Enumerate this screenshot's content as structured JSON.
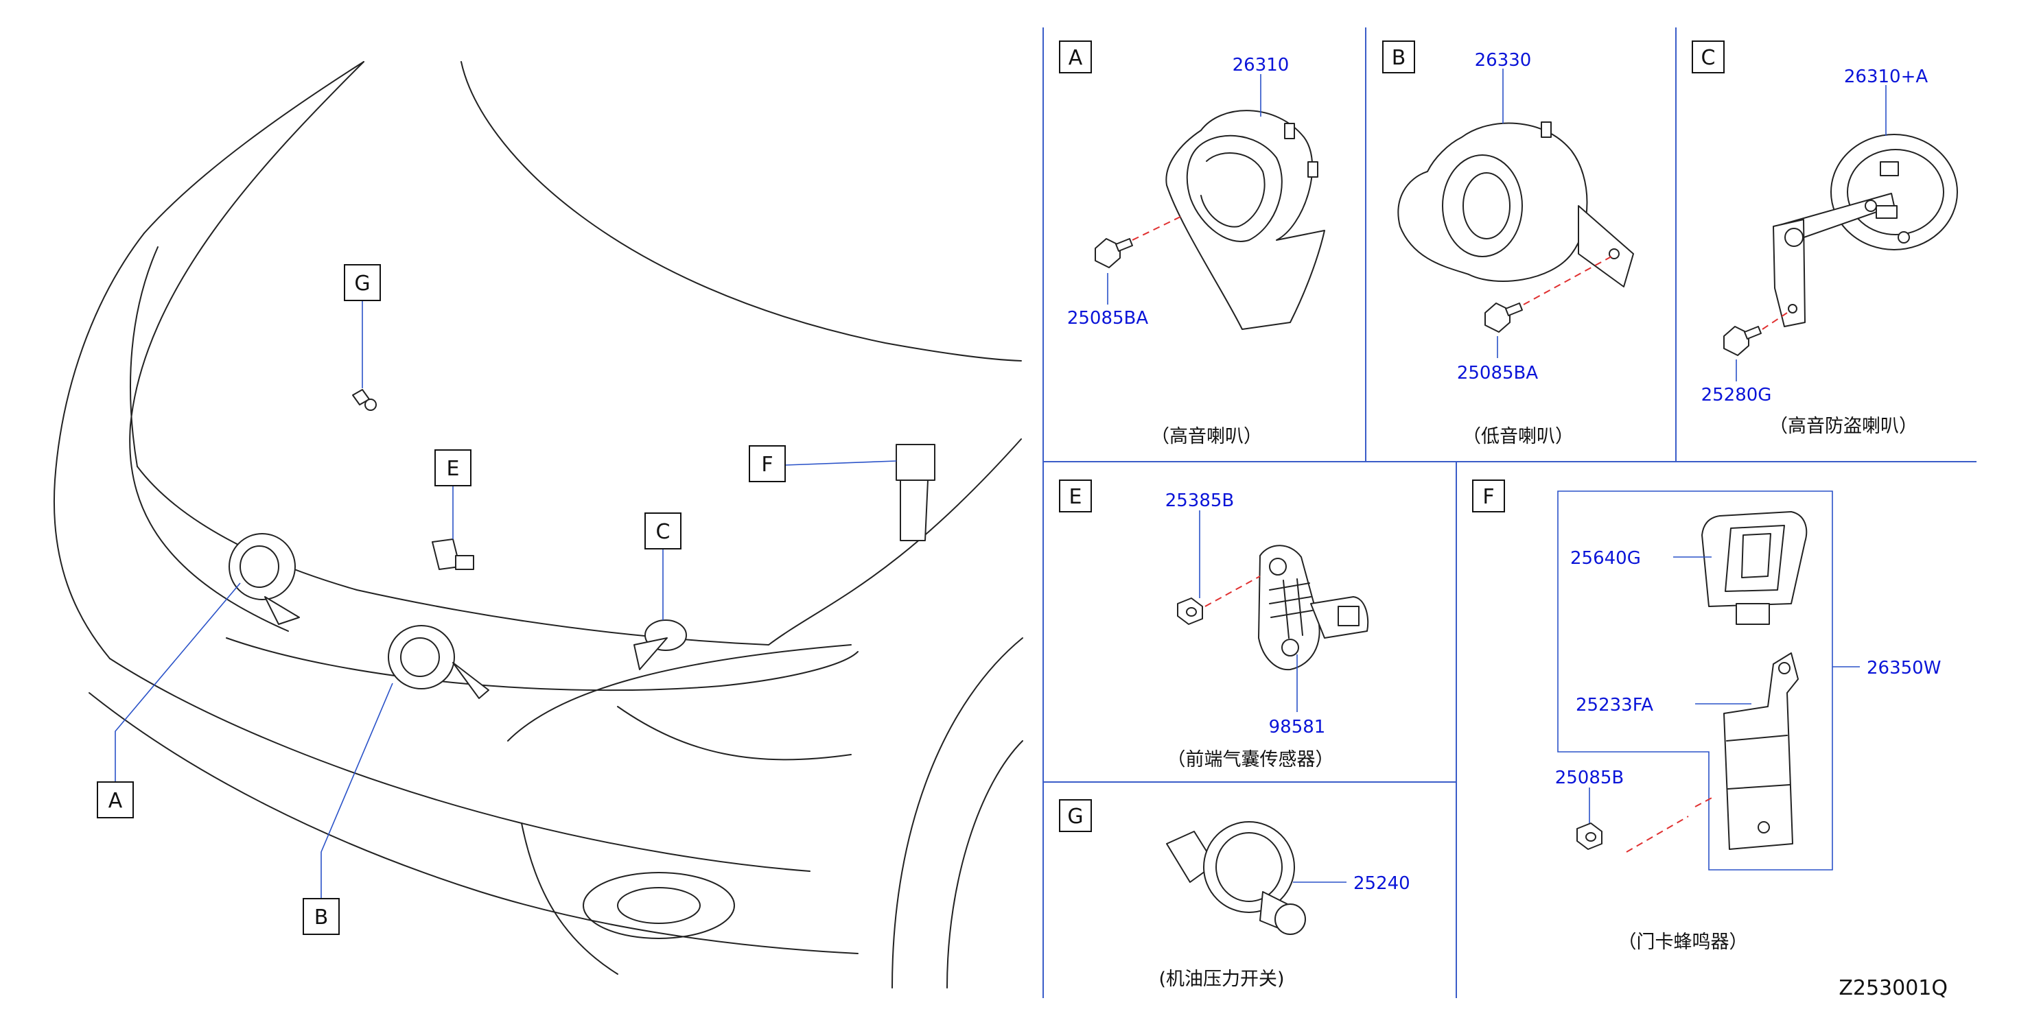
{
  "diagram_code": "Z253001Q",
  "overview": {
    "markers": [
      "G",
      "E",
      "F",
      "C",
      "A",
      "B"
    ]
  },
  "panels": {
    "A": {
      "letter": "A",
      "parts": [
        "26310",
        "25085BA"
      ],
      "caption": "（高音喇叭）"
    },
    "B": {
      "letter": "B",
      "parts": [
        "26330",
        "25085BA"
      ],
      "caption": "（低音喇叭）"
    },
    "C": {
      "letter": "C",
      "parts": [
        "26310+A",
        "25280G"
      ],
      "caption": "（高音防盗喇叭）"
    },
    "E": {
      "letter": "E",
      "parts": [
        "25385B",
        "98581"
      ],
      "caption": "（前端气囊传感器）"
    },
    "F": {
      "letter": "F",
      "parts": [
        "25640G",
        "25233FA",
        "26350W",
        "25085B"
      ],
      "caption": "（门卡蜂鸣器）"
    },
    "G": {
      "letter": "G",
      "parts": [
        "25240"
      ],
      "caption": "(机油压力开关)"
    }
  },
  "colors": {
    "callout_text": "#0a14d8",
    "leader_line": "#2a52c8",
    "panel_divider": "#3a5cc8",
    "assembly_dash": "#e03030",
    "line_art": "#222222"
  }
}
